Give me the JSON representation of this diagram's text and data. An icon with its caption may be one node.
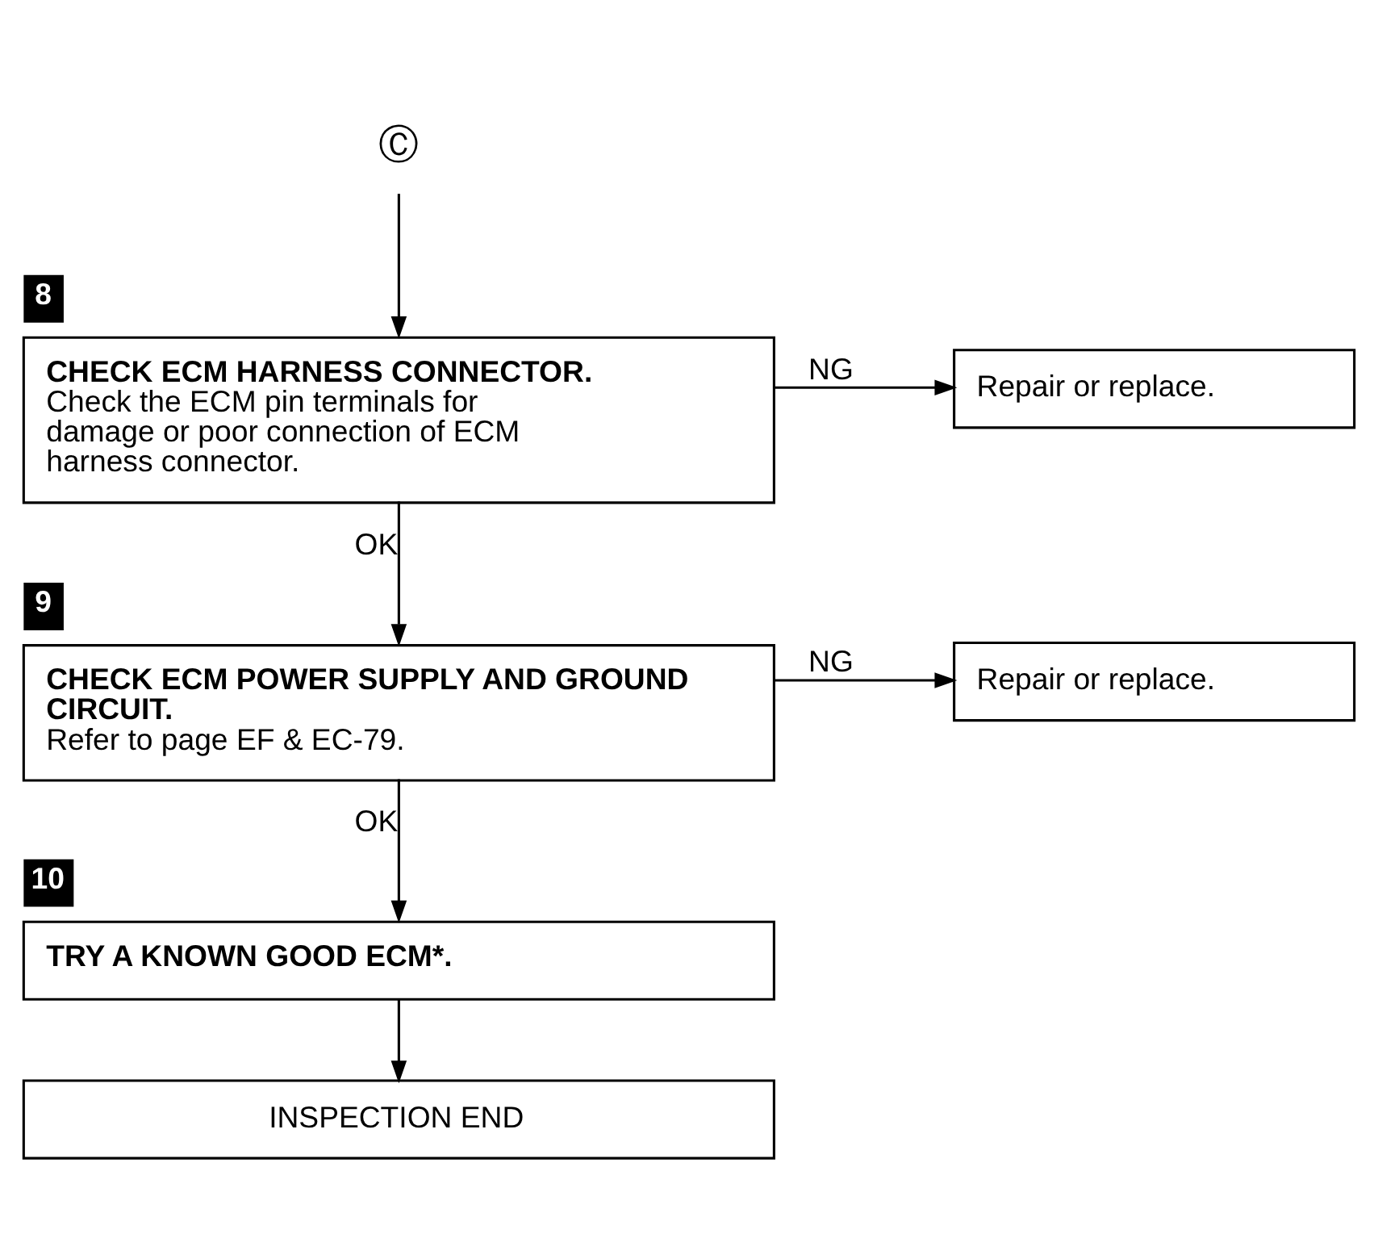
{
  "diagram": {
    "nodes": [
      {
        "text": [
          "Ⓒ"
        ]
      },
      {
        "text": [
          "CHECK ECM HARNESS CONNECTOR.",
          "Check the ECM pin terminals for damage or poor connection of ECM harness connector."
        ],
        "beside": [
          "8"
        ]
      },
      {
        "text": [
          "Repair or replace."
        ]
      },
      {
        "text": [
          "CHECK ECM POWER SUPPLY AND GROUND CIRCUIT.",
          "Refer to page EF & EC-79."
        ],
        "beside": [
          "9"
        ]
      },
      {
        "text": [
          "Repair or replace."
        ]
      },
      {
        "text": [
          "TRY A KNOWN GOOD ECM*."
        ],
        "beside": [
          "10"
        ]
      },
      {
        "text": [
          "INSPECTION END"
        ]
      }
    ],
    "edges": [
      {
        "from": 0,
        "to": 1,
        "arrow": "to"
      },
      {
        "from": 1,
        "to": 2,
        "label": "NG",
        "arrow": "to"
      },
      {
        "from": 1,
        "to": 3,
        "label": "OK",
        "arrow": "to"
      },
      {
        "from": 3,
        "to": 4,
        "label": "NG",
        "arrow": "to"
      },
      {
        "from": 3,
        "to": 5,
        "label": "OK",
        "arrow": "to"
      },
      {
        "from": 5,
        "to": 6,
        "arrow": "to"
      }
    ]
  }
}
